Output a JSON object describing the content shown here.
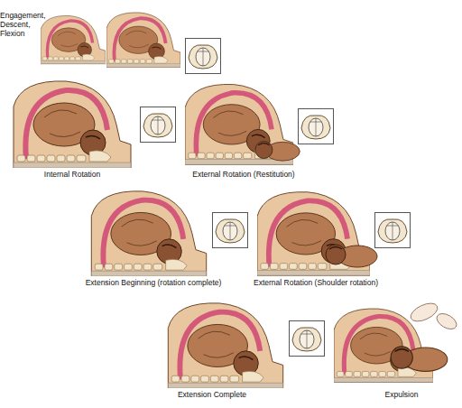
{
  "diagram": {
    "labels": [
      "Engagement, Descent, Flexion",
      "Internal Rotation",
      "External Rotation (Restitution)",
      "Extension Beginning (rotation complete)",
      "External Rotation (Shoulder rotation)",
      "Extension Complete",
      "Expulsion"
    ]
  }
}
